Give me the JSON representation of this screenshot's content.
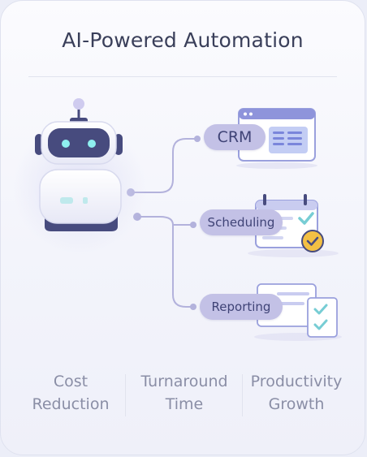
{
  "title": "AI-Powered Automation",
  "nodes": [
    {
      "label": "CRM",
      "icon": "browser-window-icon"
    },
    {
      "label": "Scheduling",
      "icon": "calendar-check-icon"
    },
    {
      "label": "Reporting",
      "icon": "report-checklist-icon"
    }
  ],
  "center_icon": "robot-icon",
  "metrics": [
    {
      "line1": "Cost",
      "line2": "Reduction"
    },
    {
      "line1": "Turnaround",
      "line2": "Time"
    },
    {
      "line1": "Productivity",
      "line2": "Growth"
    }
  ],
  "colors": {
    "pill": "#c3c1e6",
    "pill_text": "#3f4376",
    "connector": "#b3b2dc",
    "robot_body": "#ffffff",
    "robot_dark": "#474b7e",
    "robot_eyes": "#8ff0f0",
    "checkmark": "#77cdd4",
    "badge": "#f3c044"
  }
}
